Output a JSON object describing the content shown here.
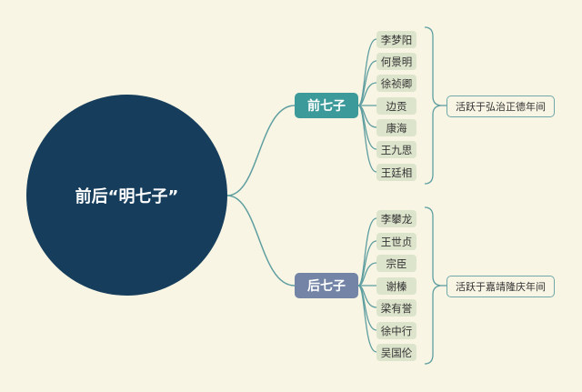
{
  "root": {
    "label": "前后“明七子”"
  },
  "groups": [
    {
      "label": "前七子",
      "color": "#3d9a9a",
      "members": [
        "李梦阳",
        "何景明",
        "徐祯卿",
        "边贡",
        "康海",
        "王九思",
        "王廷相"
      ],
      "note": "活跃于弘治正德年间"
    },
    {
      "label": "后七子",
      "color": "#7384a6",
      "members": [
        "李攀龙",
        "王世贞",
        "宗臣",
        "谢榛",
        "梁有誉",
        "徐中行",
        "吴国伦"
      ],
      "note": "活跃于嘉靖隆庆年间"
    }
  ],
  "colors": {
    "background": "#f8f5e4",
    "root_fill": "#163e5c",
    "member_fill": "#dde4cc",
    "connector": "#5e9ea0"
  }
}
